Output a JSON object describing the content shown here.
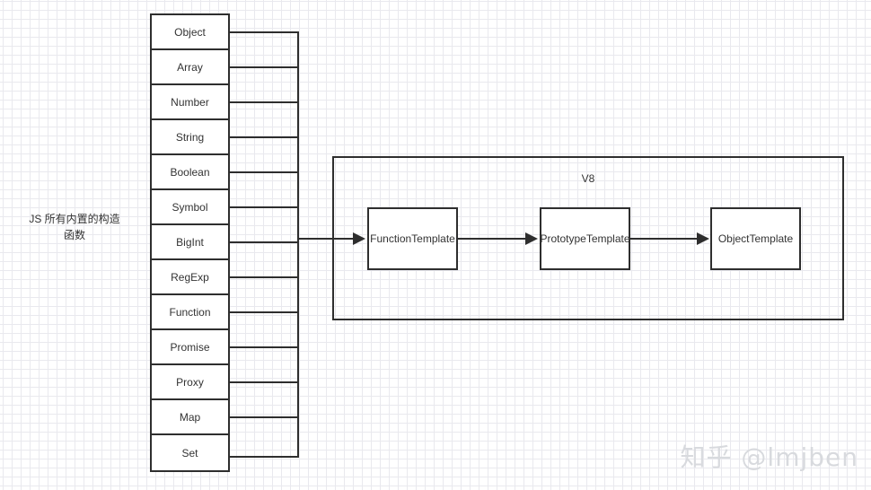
{
  "diagram": {
    "source_label": "JS 所有内置的构造\n函数",
    "constructors": [
      {
        "name": "Object"
      },
      {
        "name": "Array"
      },
      {
        "name": "Number"
      },
      {
        "name": "String"
      },
      {
        "name": "Boolean"
      },
      {
        "name": "Symbol"
      },
      {
        "name": "BigInt"
      },
      {
        "name": "RegExp"
      },
      {
        "name": "Function"
      },
      {
        "name": "Promise"
      },
      {
        "name": "Proxy"
      },
      {
        "name": "Map"
      },
      {
        "name": "Set"
      }
    ],
    "v8": {
      "title": "V8",
      "boxes": [
        {
          "label": "FunctionTemplate"
        },
        {
          "label": "PrototypeTemplate"
        },
        {
          "label": "ObjectTemplate"
        }
      ]
    },
    "watermark": "知乎 @lmjben",
    "colors": {
      "stroke": "#2e2e2e",
      "text": "#333333",
      "grid_minor": "#e9e9ee",
      "grid_major": "#d6d6de",
      "watermark": "#d8dade",
      "background": "#ffffff"
    }
  }
}
